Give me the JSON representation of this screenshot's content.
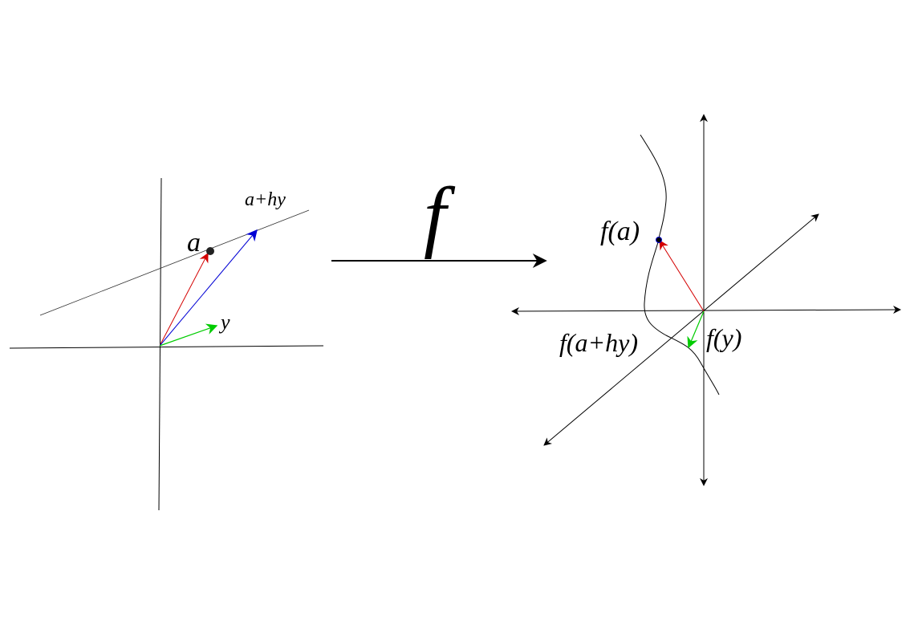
{
  "labels": {
    "a": "a",
    "a_plus_hy": "a+hy",
    "y": "y",
    "map": "f",
    "f_a": "f(a)",
    "f_a_plus_hy": "f(a+hy)",
    "f_y": "f(y)"
  },
  "colors": {
    "vector_a": "#d40000",
    "vector_a_plus_hy": "#0000d4",
    "vector_y": "#00cc00",
    "axes": "#000000"
  }
}
